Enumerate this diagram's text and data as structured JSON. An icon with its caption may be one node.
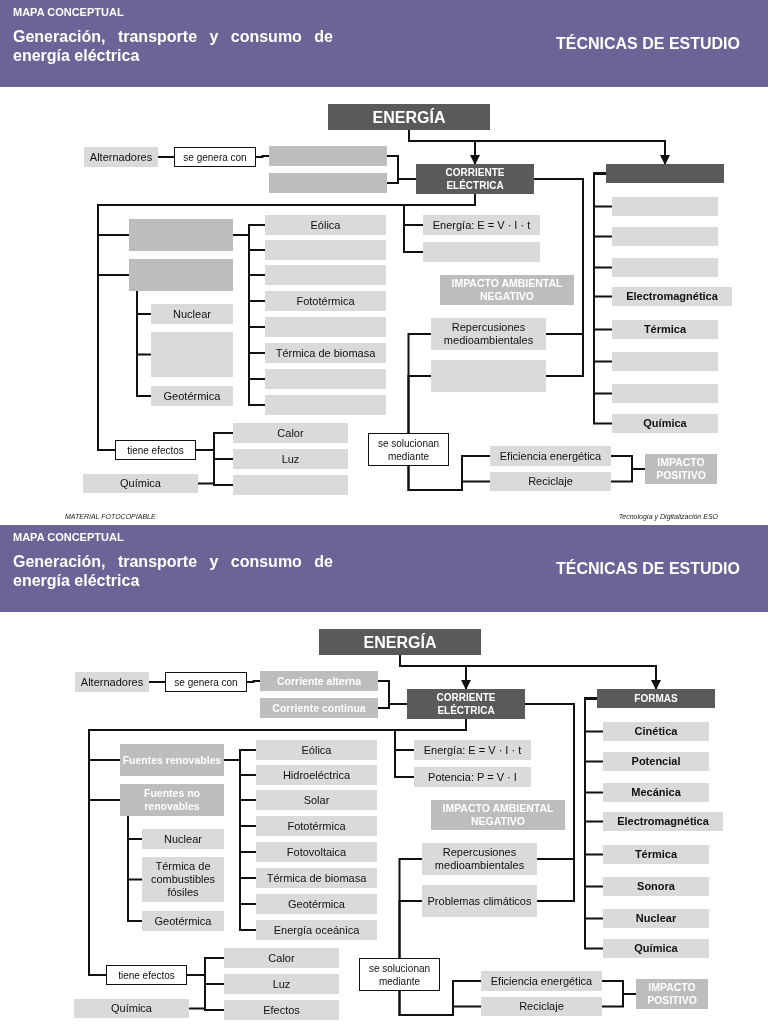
{
  "diagram": {
    "nodes": [
      {
        "text": [
          "ENERGÍA"
        ]
      },
      {
        "text": [
          "Alternadores"
        ]
      },
      {
        "text": [
          "se genera con"
        ]
      },
      {
        "text": [],
        "shape": "box"
      },
      {
        "text": [],
        "shape": "box"
      },
      {
        "text": [
          "CORRIENTE ELÉCTRICA"
        ]
      },
      {
        "text": [],
        "shape": "box"
      },
      {
        "text": [],
        "shape": "box"
      },
      {
        "text": [],
        "shape": "box"
      },
      {
        "text": [
          "Eólica"
        ]
      },
      {
        "text": [],
        "shape": "box"
      },
      {
        "text": [],
        "shape": "box"
      },
      {
        "text": [
          "Fototérmica"
        ]
      },
      {
        "text": [],
        "shape": "box"
      },
      {
        "text": [
          "Térmica de biomasa"
        ]
      },
      {
        "text": [],
        "shape": "box"
      },
      {
        "text": [],
        "shape": "box"
      },
      {
        "text": [
          "Energía: E = V · I · t"
        ]
      },
      {
        "text": [],
        "shape": "box"
      },
      {
        "text": [
          "Nuclear"
        ]
      },
      {
        "text": [],
        "shape": "box"
      },
      {
        "text": [
          "Geotérmica"
        ]
      },
      {
        "text": [
          "IMPACTO AMBIENTAL NEGATIVO"
        ]
      },
      {
        "text": [
          "Repercusiones medioambientales"
        ]
      },
      {
        "text": [],
        "shape": "box"
      },
      {
        "text": [
          "tiene efectos"
        ]
      },
      {
        "text": [
          "Calor"
        ]
      },
      {
        "text": [
          "Luz"
        ]
      },
      {
        "text": [],
        "shape": "box"
      },
      {
        "text": [
          "Química"
        ]
      },
      {
        "text": [
          "se solucionan mediante"
        ]
      },
      {
        "text": [
          "Eficiencia energética"
        ]
      },
      {
        "text": [
          "Reciclaje"
        ]
      },
      {
        "text": [
          "IMPACTO POSITIVO"
        ]
      },
      {
        "text": [],
        "shape": "box"
      },
      {
        "text": [],
        "shape": "box"
      },
      {
        "text": [],
        "shape": "box"
      },
      {
        "text": [
          "Electromagnética"
        ]
      },
      {
        "text": [
          "Térmica"
        ]
      },
      {
        "text": [],
        "shape": "box"
      },
      {
        "text": [],
        "shape": "box"
      },
      {
        "text": [
          "Química"
        ]
      },
      {
        "text": [
          "ENERGÍA"
        ]
      },
      {
        "text": [
          "Alternadores"
        ]
      },
      {
        "text": [
          "se genera con"
        ]
      },
      {
        "text": [
          "Corriente alterna"
        ]
      },
      {
        "text": [
          "Corriente continua"
        ]
      },
      {
        "text": [
          "CORRIENTE ELÉCTRICA"
        ]
      },
      {
        "text": [
          "FORMAS"
        ]
      },
      {
        "text": [
          "Fuentes renovables"
        ]
      },
      {
        "text": [
          "Fuentes no renovables"
        ]
      },
      {
        "text": [
          "Eólica"
        ]
      },
      {
        "text": [
          "Hidroeléctrica"
        ]
      },
      {
        "text": [
          "Solar"
        ]
      },
      {
        "text": [
          "Fototérmica"
        ]
      },
      {
        "text": [
          "Fotovoltaica"
        ]
      },
      {
        "text": [
          "Térmica de biomasa"
        ]
      },
      {
        "text": [
          "Geotérmica"
        ]
      },
      {
        "text": [
          "Energía oceánica"
        ]
      },
      {
        "text": [
          "Energía: E = V · I · t"
        ]
      },
      {
        "text": [
          "Potencia: P = V · I"
        ]
      },
      {
        "text": [
          "Nuclear"
        ]
      },
      {
        "text": [
          "Térmica de combustibles fósiles"
        ]
      },
      {
        "text": [
          "Geotérmica"
        ]
      },
      {
        "text": [
          "IMPACTO AMBIENTAL NEGATIVO"
        ]
      },
      {
        "text": [
          "Repercusiones medioambientales"
        ]
      },
      {
        "text": [
          "Problemas climáticos"
        ]
      },
      {
        "text": [
          "tiene efectos"
        ]
      },
      {
        "text": [
          "Calor"
        ]
      },
      {
        "text": [
          "Luz"
        ]
      },
      {
        "text": [
          "Efectos"
        ]
      },
      {
        "text": [
          "Química"
        ]
      },
      {
        "text": [
          "se solucionan mediante"
        ]
      },
      {
        "text": [
          "Eficiencia energética"
        ]
      },
      {
        "text": [
          "Reciclaje"
        ]
      },
      {
        "text": [
          "IMPACTO POSITIVO"
        ]
      },
      {
        "text": [
          "Cinética"
        ]
      },
      {
        "text": [
          "Potencial"
        ]
      },
      {
        "text": [
          "Mecánica"
        ]
      },
      {
        "text": [
          "Electromagnética"
        ]
      },
      {
        "text": [
          "Térmica"
        ]
      },
      {
        "text": [
          "Sonora"
        ]
      },
      {
        "text": [
          "Nuclear"
        ]
      },
      {
        "text": [
          "Química"
        ]
      }
    ],
    "edges": [
      {
        "from": 0,
        "to": 5,
        "arrow": "to"
      },
      {
        "from": 0,
        "to": 6,
        "arrow": "to"
      },
      {
        "from": 1,
        "to": 2,
        "arrow": "none"
      },
      {
        "from": 2,
        "to": 3,
        "arrow": "none"
      },
      {
        "from": 3,
        "to": 5,
        "arrow": "none"
      },
      {
        "from": 4,
        "to": 5,
        "arrow": "none"
      },
      {
        "from": 5,
        "to": 7,
        "arrow": "none"
      },
      {
        "from": 5,
        "to": 8,
        "arrow": "none"
      },
      {
        "from": 5,
        "to": 25,
        "arrow": "none"
      },
      {
        "from": 5,
        "to": 17,
        "arrow": "none"
      },
      {
        "from": 5,
        "to": 18,
        "arrow": "none"
      },
      {
        "from": 5,
        "to": 23,
        "arrow": "none"
      },
      {
        "from": 5,
        "to": 24,
        "arrow": "none"
      },
      {
        "from": 7,
        "to": 9,
        "arrow": "none"
      },
      {
        "from": 7,
        "to": 10,
        "arrow": "none"
      },
      {
        "from": 7,
        "to": 11,
        "arrow": "none"
      },
      {
        "from": 7,
        "to": 12,
        "arrow": "none"
      },
      {
        "from": 7,
        "to": 13,
        "arrow": "none"
      },
      {
        "from": 7,
        "to": 14,
        "arrow": "none"
      },
      {
        "from": 7,
        "to": 15,
        "arrow": "none"
      },
      {
        "from": 7,
        "to": 16,
        "arrow": "none"
      },
      {
        "from": 8,
        "to": 19,
        "arrow": "none"
      },
      {
        "from": 8,
        "to": 20,
        "arrow": "none"
      },
      {
        "from": 8,
        "to": 21,
        "arrow": "none"
      },
      {
        "from": 25,
        "to": 26,
        "arrow": "none"
      },
      {
        "from": 25,
        "to": 27,
        "arrow": "none"
      },
      {
        "from": 25,
        "to": 28,
        "arrow": "none"
      },
      {
        "from": 29,
        "to": 28,
        "arrow": "none"
      },
      {
        "from": 23,
        "to": 30,
        "arrow": "none"
      },
      {
        "from": 24,
        "to": 30,
        "arrow": "none"
      },
      {
        "from": 30,
        "to": 31,
        "arrow": "none"
      },
      {
        "from": 30,
        "to": 32,
        "arrow": "none"
      },
      {
        "from": 31,
        "to": 33,
        "arrow": "none"
      },
      {
        "from": 32,
        "to": 33,
        "arrow": "none"
      },
      {
        "from": 6,
        "to": 34,
        "arrow": "none"
      },
      {
        "from": 6,
        "to": 35,
        "arrow": "none"
      },
      {
        "from": 6,
        "to": 36,
        "arrow": "none"
      },
      {
        "from": 6,
        "to": 37,
        "arrow": "none"
      },
      {
        "from": 6,
        "to": 38,
        "arrow": "none"
      },
      {
        "from": 6,
        "to": 39,
        "arrow": "none"
      },
      {
        "from": 6,
        "to": 40,
        "arrow": "none"
      },
      {
        "from": 6,
        "to": 41,
        "arrow": "none"
      },
      {
        "from": 42,
        "to": 47,
        "arrow": "to"
      },
      {
        "from": 42,
        "to": 48,
        "arrow": "to"
      },
      {
        "from": 43,
        "to": 44,
        "arrow": "none"
      },
      {
        "from": 44,
        "to": 45,
        "arrow": "none"
      },
      {
        "from": 45,
        "to": 47,
        "arrow": "none"
      },
      {
        "from": 46,
        "to": 47,
        "arrow": "none"
      },
      {
        "from": 47,
        "to": 49,
        "arrow": "none"
      },
      {
        "from": 47,
        "to": 50,
        "arrow": "none"
      },
      {
        "from": 47,
        "to": 67,
        "arrow": "none"
      },
      {
        "from": 47,
        "to": 59,
        "arrow": "none"
      },
      {
        "from": 47,
        "to": 60,
        "arrow": "none"
      },
      {
        "from": 47,
        "to": 65,
        "arrow": "none"
      },
      {
        "from": 47,
        "to": 66,
        "arrow": "none"
      },
      {
        "from": 49,
        "to": 51,
        "arrow": "none"
      },
      {
        "from": 49,
        "to": 52,
        "arrow": "none"
      },
      {
        "from": 49,
        "to": 53,
        "arrow": "none"
      },
      {
        "from": 49,
        "to": 54,
        "arrow": "none"
      },
      {
        "from": 49,
        "to": 55,
        "arrow": "none"
      },
      {
        "from": 49,
        "to": 56,
        "arrow": "none"
      },
      {
        "from": 49,
        "to": 57,
        "arrow": "none"
      },
      {
        "from": 49,
        "to": 58,
        "arrow": "none"
      },
      {
        "from": 50,
        "to": 61,
        "arrow": "none"
      },
      {
        "from": 50,
        "to": 62,
        "arrow": "none"
      },
      {
        "from": 50,
        "to": 63,
        "arrow": "none"
      },
      {
        "from": 67,
        "to": 68,
        "arrow": "none"
      },
      {
        "from": 67,
        "to": 69,
        "arrow": "none"
      },
      {
        "from": 67,
        "to": 70,
        "arrow": "none"
      },
      {
        "from": 71,
        "to": 70,
        "arrow": "none"
      },
      {
        "from": 65,
        "to": 72,
        "arrow": "none"
      },
      {
        "from": 66,
        "to": 72,
        "arrow": "none"
      },
      {
        "from": 72,
        "to": 73,
        "arrow": "none"
      },
      {
        "from": 72,
        "to": 74,
        "arrow": "none"
      },
      {
        "from": 73,
        "to": 75,
        "arrow": "none"
      },
      {
        "from": 74,
        "to": 75,
        "arrow": "none"
      },
      {
        "from": 48,
        "to": 76,
        "arrow": "none"
      },
      {
        "from": 48,
        "to": 77,
        "arrow": "none"
      },
      {
        "from": 48,
        "to": 78,
        "arrow": "none"
      },
      {
        "from": 48,
        "to": 79,
        "arrow": "none"
      },
      {
        "from": 48,
        "to": 80,
        "arrow": "none"
      },
      {
        "from": 48,
        "to": 81,
        "arrow": "none"
      },
      {
        "from": 48,
        "to": 82,
        "arrow": "none"
      },
      {
        "from": 48,
        "to": 83,
        "arrow": "none"
      }
    ],
    "labels": [
      "MAPA CONCEPTUAL",
      "Generación, transporte y consumo de energía eléctrica",
      "TÉCNICAS DE ESTUDIO",
      "MATERIAL FOTOCOPIABLE",
      "Tecnología y Digitalización ESO",
      "MAPA CONCEPTUAL",
      "Generación, transporte y consumo de energía eléctrica",
      "TÉCNICAS DE ESTUDIO"
    ]
  }
}
